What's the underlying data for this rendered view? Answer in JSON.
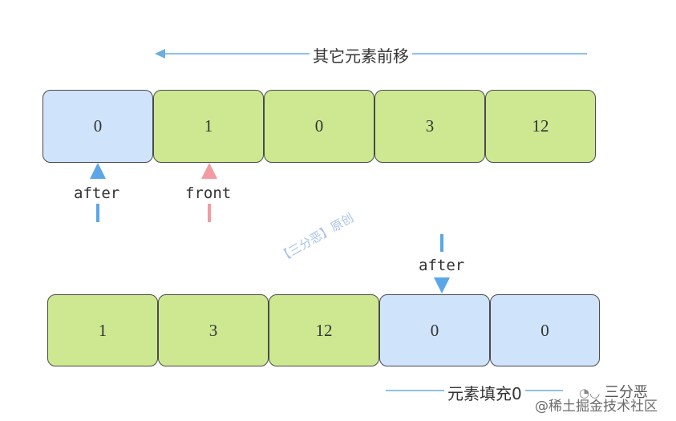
{
  "top_label": "其它元素前移",
  "row1": [
    "0",
    "1",
    "0",
    "3",
    "12"
  ],
  "row2": [
    "1",
    "3",
    "12",
    "0",
    "0"
  ],
  "pointer_after_top": "after",
  "pointer_front": "front",
  "pointer_after_bottom": "after",
  "bottom_label": "元素填充0",
  "watermark": "【三分恶】原创",
  "footer_brand": "三分恶",
  "footer_site": "@稀土掘金技术社区",
  "colors": {
    "green_cell": "#cde891",
    "blue_cell": "#cfe3fb",
    "arrow_blue": "#5aa7e8",
    "arrow_pink": "#f39aa2",
    "line_blue": "#6aaee0"
  }
}
